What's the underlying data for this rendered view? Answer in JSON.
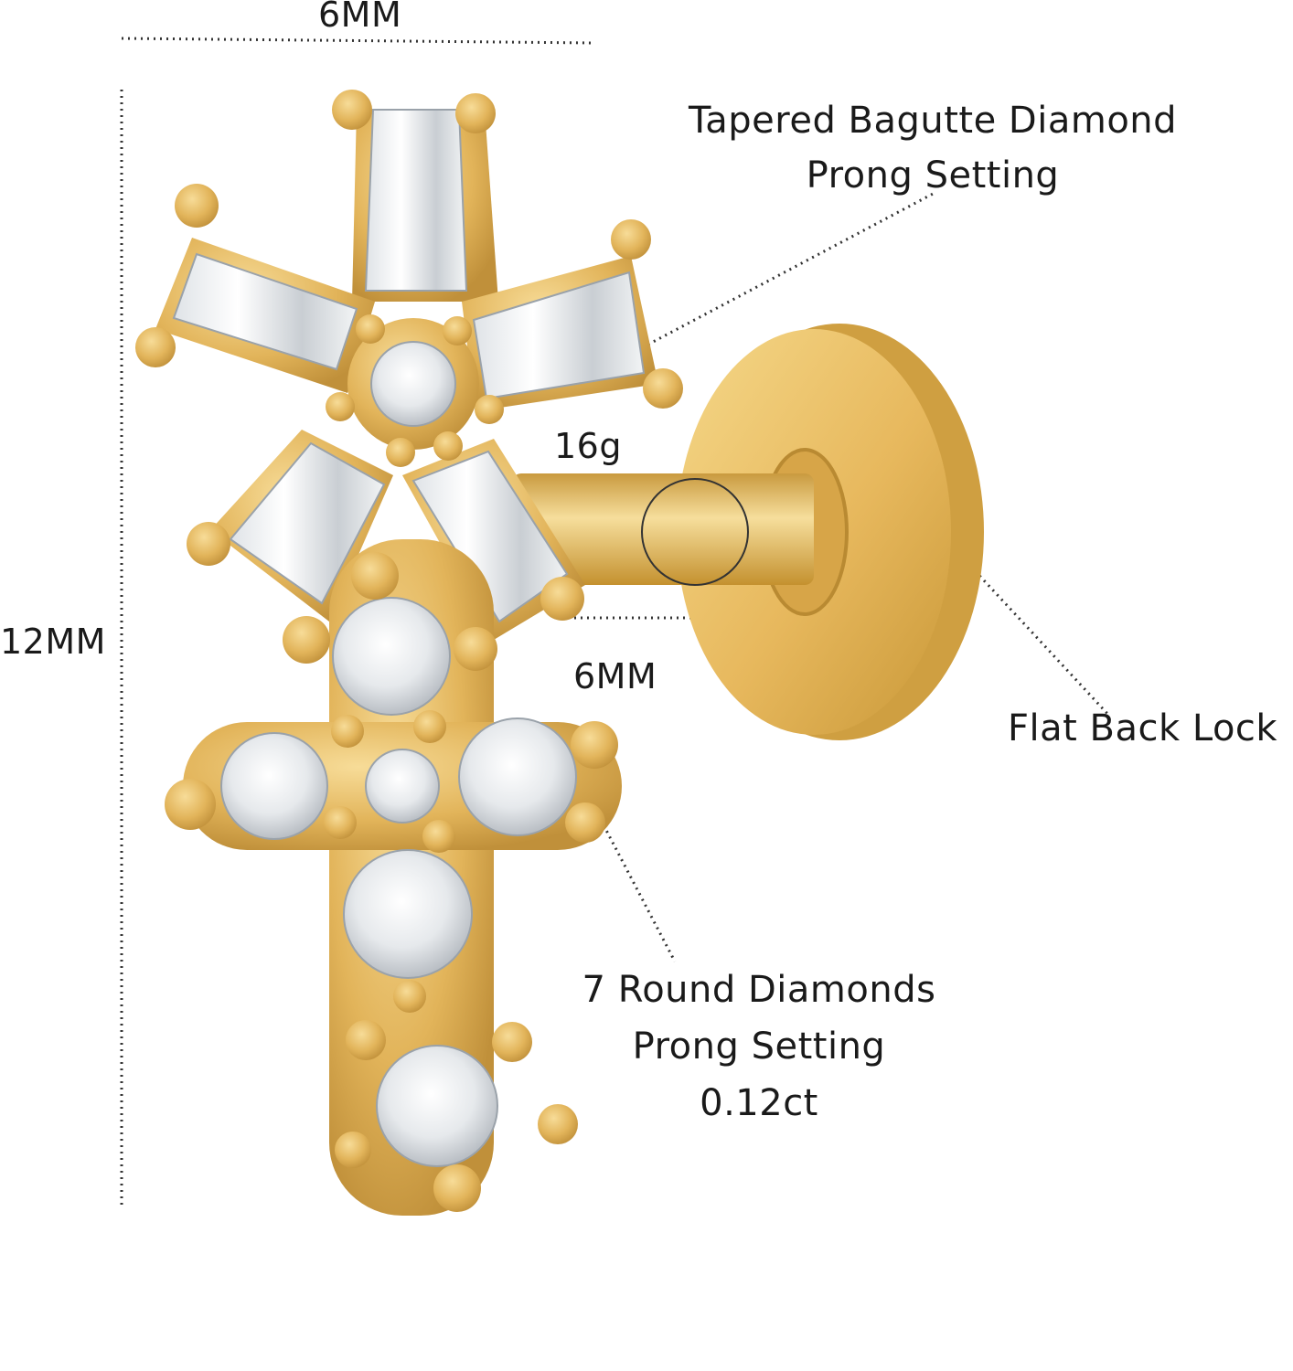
{
  "dimensions": {
    "top_width": "6MM",
    "height": "12MM",
    "back_diameter": "6MM",
    "gauge": "16g"
  },
  "callouts": {
    "bagutte_line1": "Tapered Bagutte Diamond",
    "bagutte_line2": "Prong Setting",
    "flat_back": "Flat Back Lock",
    "round_line1": "7 Round Diamonds",
    "round_line2": "Prong Setting",
    "round_line3": "0.12ct"
  },
  "colors": {
    "gold": "#e2b45a",
    "gold_light": "#f3d48c",
    "gold_dark": "#b98a32",
    "stone": "#eef0f2"
  }
}
